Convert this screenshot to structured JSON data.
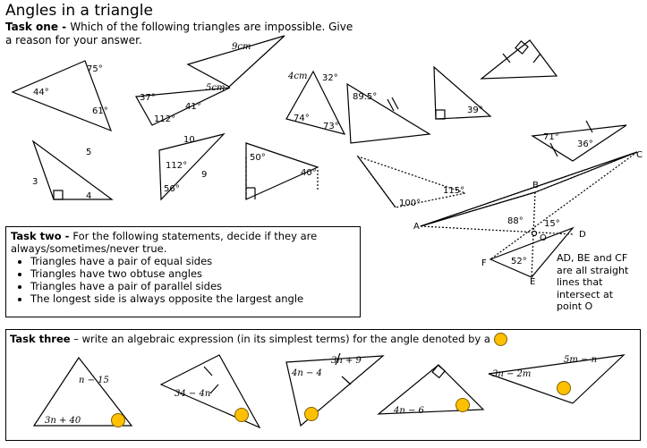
{
  "title": "Angles in a triangle",
  "task_one": {
    "heading": "Task one - ",
    "text_line1": "Which of the following triangles are impossible. Give",
    "text_line2": "a reason for your answer."
  },
  "task_one_labels": {
    "t1_a1": "75°",
    "t1_a2": "44°",
    "t1_a3": "61°",
    "t2_a1": "37°",
    "t2_a2": "41°",
    "t2_a3": "112°",
    "t2_side": "5cm",
    "t3_side1": "9cm",
    "t3_side2": "4cm",
    "t3_a1": "32°",
    "t3_a2": "74°",
    "t3_a3": "73°",
    "t4_a1": "89.5°",
    "t5_a1": "39°",
    "t6_a1": "71°",
    "t6_a2": "36°",
    "t7_s1": "5",
    "t7_s2": "3",
    "t7_s3": "4",
    "t8_s1": "10",
    "t8_a1": "112°",
    "t8_s2": "9",
    "t8_a2": "56°",
    "t9_a1": "50°",
    "t9_a2": "40°",
    "t10_a1": "100°",
    "t10_a2": "115°",
    "pt_A": "A",
    "pt_B": "B",
    "pt_C": "C",
    "pt_D": "D",
    "pt_E": "E",
    "pt_F": "F",
    "pt_O": "O",
    "t11_a1": "88°",
    "t11_a2": "15°",
    "t11_a3": "52°"
  },
  "note": [
    "AD, BE and CF",
    "are all straight",
    "lines that",
    "intersect at",
    "point O"
  ],
  "task_two": {
    "heading": "Task two - ",
    "text_line1": "For the following statements, decide if they are",
    "text_line2": "always/sometimes/never true.",
    "items": [
      "Triangles have a pair of equal sides",
      "Triangles have two obtuse angles",
      "Triangles have a pair of parallel sides",
      "The longest side is always opposite the largest angle"
    ]
  },
  "task_three": {
    "heading": "Task three",
    "text": " – write an algebraic expression (in its simplest terms) for the angle denoted by a",
    "labels": {
      "a1": "n − 15",
      "a2": "3n + 40",
      "b1": "34 − 4n",
      "c1": "3n + 9",
      "c2": "4n − 4",
      "d1": "4n − 6",
      "e1": "5m − n",
      "e2": "3n − 2m"
    }
  },
  "colors": {
    "marker_yellow": "#ffc000"
  }
}
